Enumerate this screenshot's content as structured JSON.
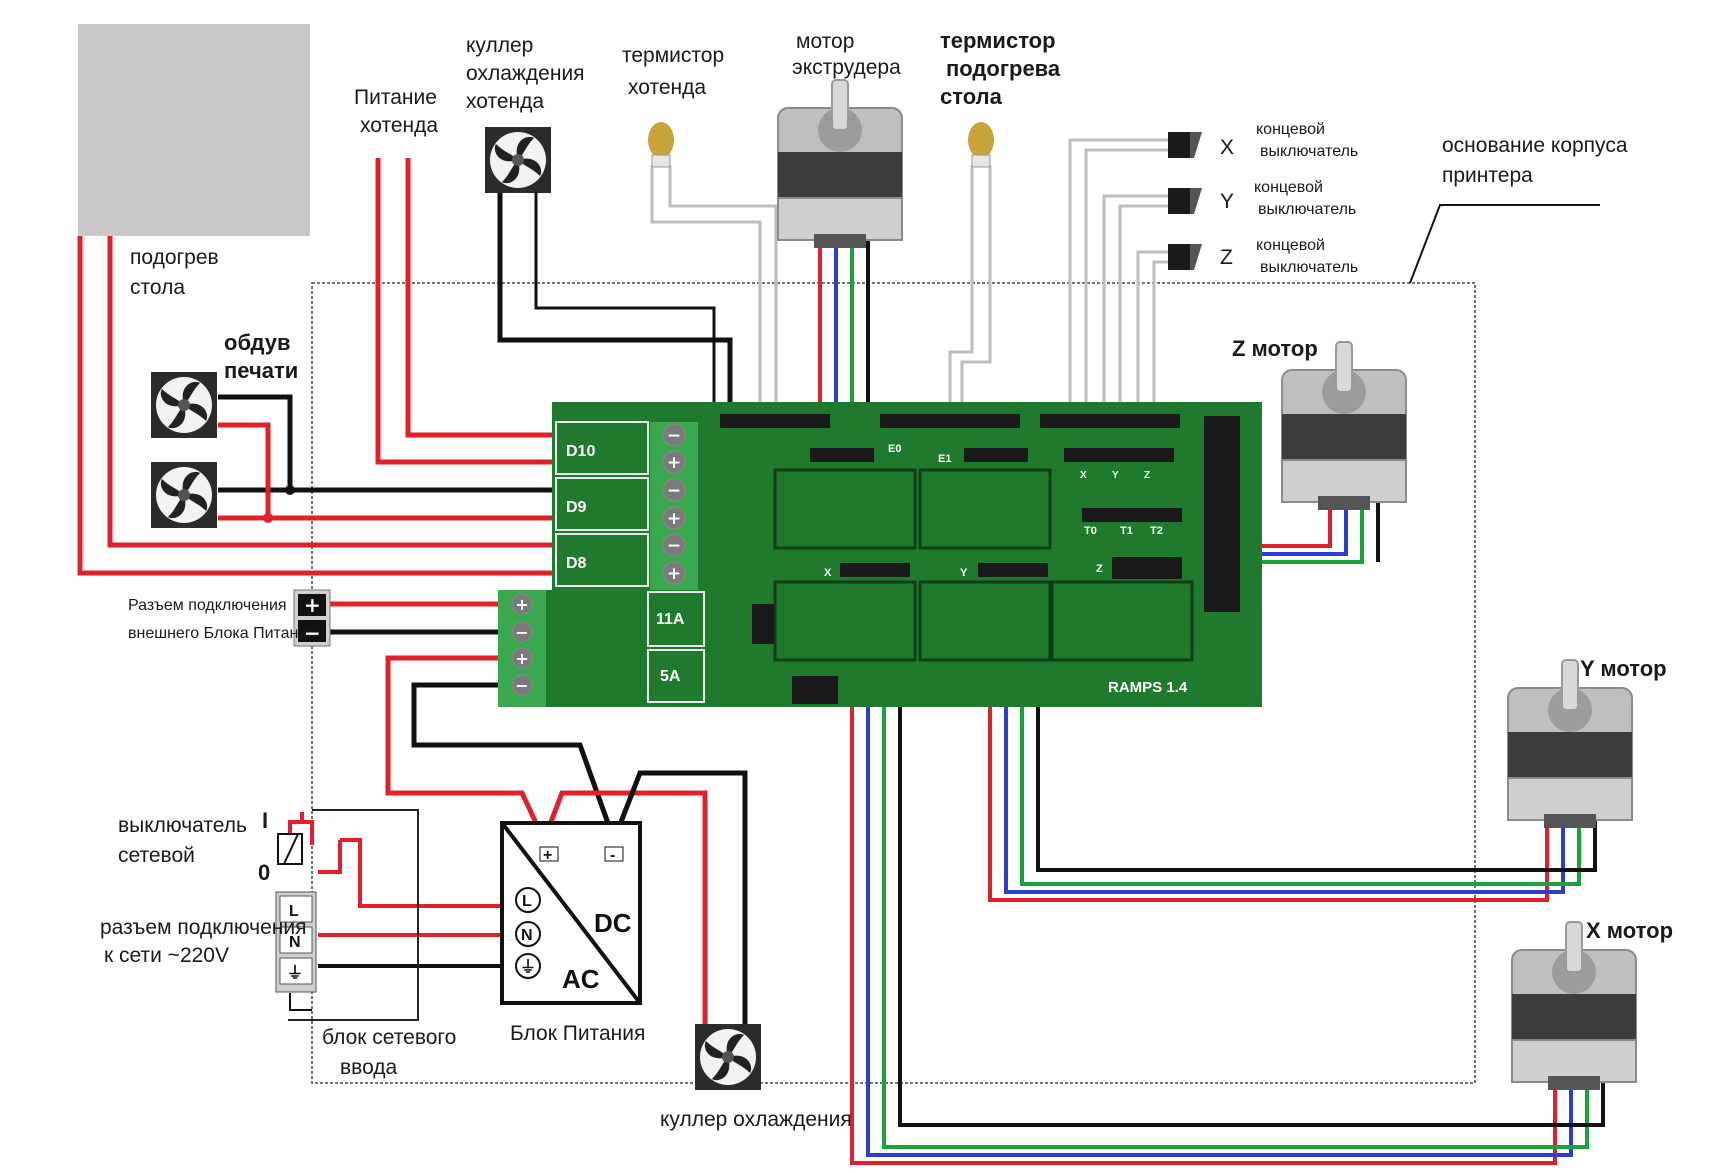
{
  "labels": {
    "bed_heater": [
      "подогрев",
      "стола"
    ],
    "hotend_power": [
      "Питание",
      "хотенда"
    ],
    "hotend_cooler": [
      "куллер",
      "охлаждения",
      "хотенда"
    ],
    "hotend_thermistor": [
      "термистор",
      "хотенда"
    ],
    "extruder_motor": [
      "мотор",
      "экструдера"
    ],
    "bed_thermistor": [
      "термистор",
      "подогрева",
      "стола"
    ],
    "print_fan": [
      "обдув",
      "печати"
    ],
    "endstop_x": [
      "концевой",
      "выключатель"
    ],
    "endstop_y": [
      "концевой",
      "выключатель"
    ],
    "endstop_z": [
      "концевой",
      "выключатель"
    ],
    "endstop_x_axis": "X",
    "endstop_y_axis": "Y",
    "endstop_z_axis": "Z",
    "printer_base": [
      "основание корпуса",
      "принтера"
    ],
    "z_motor": "Z мотор",
    "y_motor": "Y мотор",
    "x_motor": "X мотор",
    "ext_psu_connector": [
      "Разъем подключения",
      "внешнего Блока Питания"
    ],
    "mains_switch": [
      "выключатель",
      "сетевой"
    ],
    "switch_on": "I",
    "switch_off": "0",
    "mains_connector": [
      "разъем подключения",
      "к сети ~220V"
    ],
    "mains_block": [
      "блок сетевого",
      "ввода"
    ],
    "psu": "Блок Питания",
    "psu_cooler": "куллер охлаждения"
  },
  "board": {
    "name": "RAMPS 1.4",
    "outputs": [
      "D10",
      "D9",
      "D8"
    ],
    "fuses": [
      "11A",
      "5A"
    ],
    "header_e0": "E0",
    "header_e1": "E1",
    "thermistor_headers": [
      "T0",
      "T1",
      "T2"
    ],
    "endstop_letters": [
      "X",
      "Y",
      "Z"
    ],
    "driver_x": "X",
    "driver_y": "Y",
    "driver_z": "Z"
  },
  "terminals": {
    "minus": "−",
    "plus": "+",
    "l": "L",
    "n": "N",
    "ground": "⏚"
  },
  "psu_box": {
    "dc": "DC",
    "ac": "AC",
    "plus": "+",
    "minus": "-"
  },
  "colors": {
    "pcb": "#1f7a2e",
    "terminal": "#3aa84e",
    "red": "#e0202a",
    "black": "#111111",
    "green": "#1aa33a",
    "blue": "#2a3fd0",
    "gray_wire": "#bdbdbd",
    "bed": "#c8c8c8"
  }
}
